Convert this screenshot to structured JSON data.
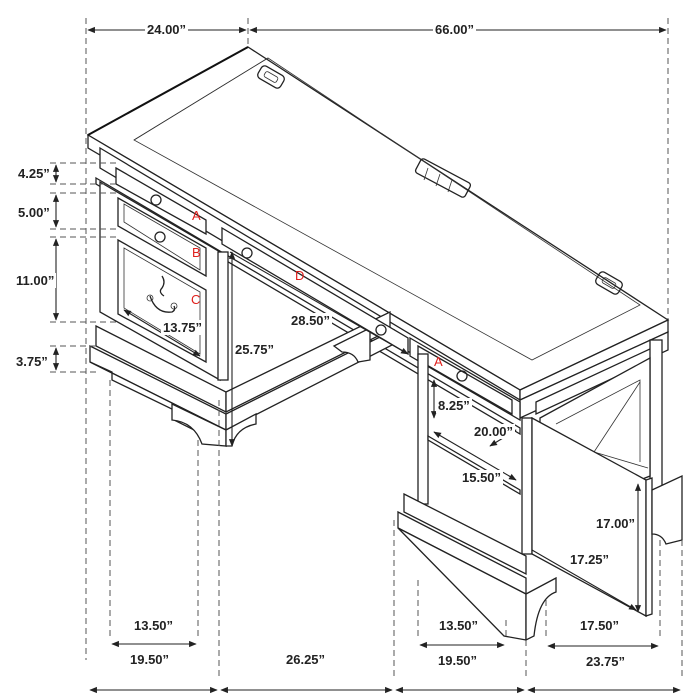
{
  "diagram": {
    "subject": "Pedestal writing desk with drawers and cabinet door — dimension drawing",
    "colors": {
      "line": "#222222",
      "label_text": "#222222",
      "drawer_letter": "#e0201c",
      "background": "#ffffff"
    },
    "overall": {
      "depth": "24.00”",
      "width": "66.00”"
    },
    "left_side_heights": {
      "apron": "4.25”",
      "drawer_b": "5.00”",
      "drawer_c": "11.00”",
      "base": "3.75”"
    },
    "drawer_labels": {
      "left_a": "A",
      "left_b": "B",
      "left_c": "C",
      "center_d": "D",
      "right_a": "A"
    },
    "interior": {
      "file_drawer_depth": "13.75”",
      "knee_height": "25.75”",
      "knee_width": "28.50”",
      "cabinet_opening_height_top": "8.25”",
      "cabinet_depth": "20.00”",
      "cabinet_width": "15.50”",
      "door_height": "17.00”",
      "door_width": "17.25”"
    },
    "bottom_dimensions": {
      "row1": [
        "13.50”",
        "13.50”",
        "17.50”"
      ],
      "row2": [
        "19.50”",
        "26.25”",
        "19.50”",
        "23.75”"
      ]
    },
    "desktop_features": [
      "grommet-left",
      "power-strip-center",
      "grommet-right"
    ]
  }
}
